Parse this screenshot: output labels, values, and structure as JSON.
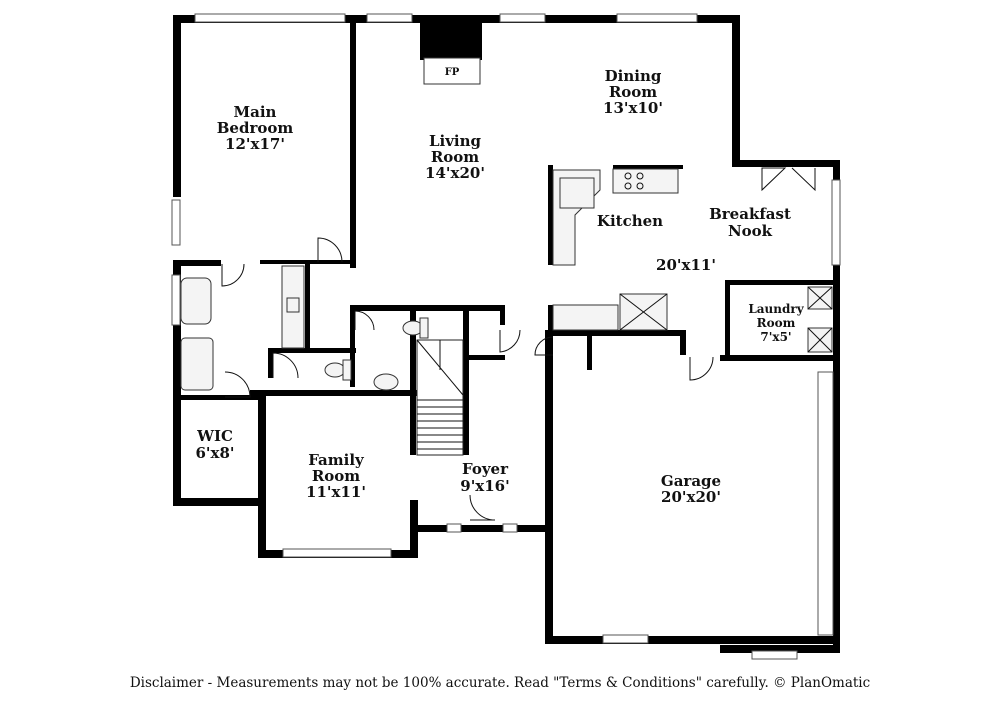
{
  "rooms": {
    "main_bedroom": {
      "name_line1": "Main",
      "name_line2": "Bedroom",
      "size": "12'x17'"
    },
    "living_room": {
      "name_line1": "Living",
      "name_line2": "Room",
      "size": "14'x20'"
    },
    "dining_room": {
      "name_line1": "Dining",
      "name_line2": "Room",
      "size": "13'x10'"
    },
    "kitchen": {
      "name": "Kitchen"
    },
    "breakfast_nook": {
      "name_line1": "Breakfast",
      "name_line2": "Nook"
    },
    "kitchen_nook_size": "20'x11'",
    "laundry_room": {
      "name_line1": "Laundry",
      "name_line2": "Room",
      "size": "7'x5'"
    },
    "wic": {
      "name": "WIC",
      "size": "6'x8'"
    },
    "family_room": {
      "name_line1": "Family",
      "name_line2": "Room",
      "size": "11'x11'"
    },
    "foyer": {
      "name": "Foyer",
      "size": "9'x16'"
    },
    "garage": {
      "name": "Garage",
      "size": "20'x20'"
    }
  },
  "fireplace_label": "FP",
  "disclaimer": "Disclaimer - Measurements may not be 100% accurate. Read \"Terms & Conditions\" carefully. © PlanOmatic"
}
